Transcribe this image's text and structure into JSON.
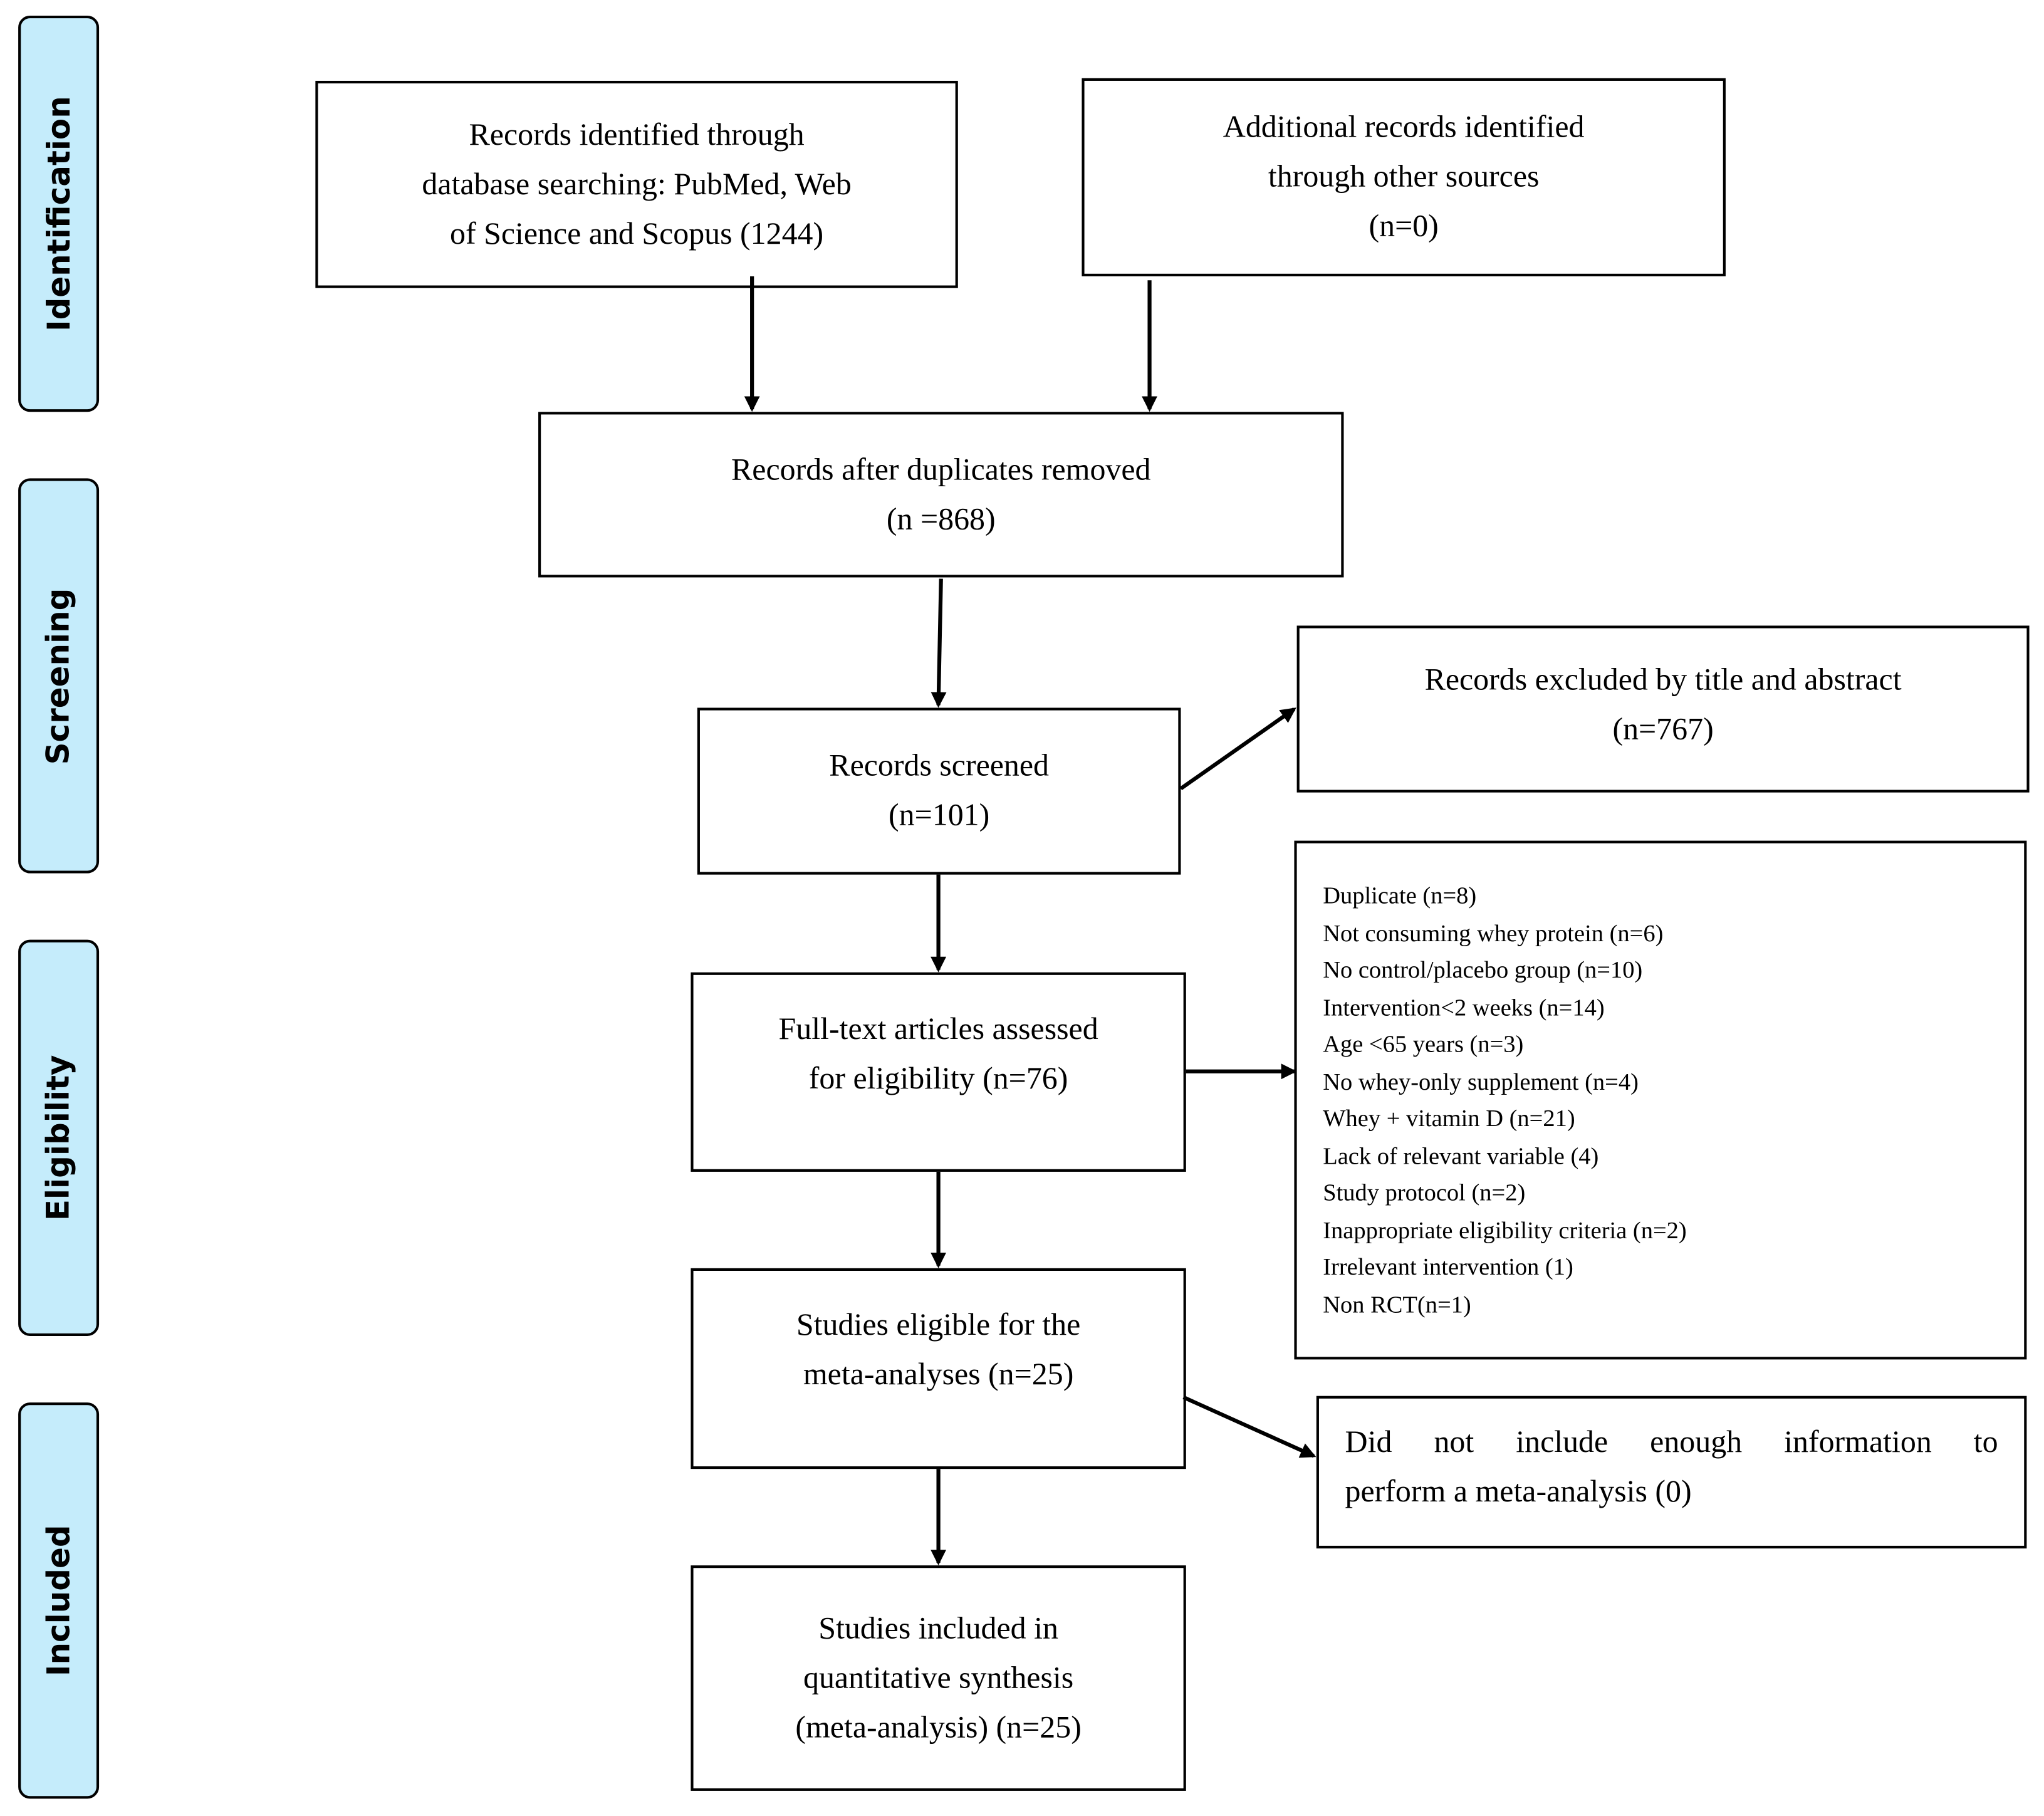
{
  "phases": {
    "identification": "Identification",
    "screening": "Screening",
    "eligibility": "Eligibility",
    "included": "Included"
  },
  "boxes": {
    "database_search": [
      "Records identified through",
      "database searching: PubMed, Web",
      "of Science and Scopus (1244)"
    ],
    "other_sources": [
      "Additional records identified",
      "through other sources",
      "(n=0)"
    ],
    "duplicates_removed": [
      "Records after duplicates removed",
      "(n =868)"
    ],
    "screened": [
      "Records screened",
      "(n=101)"
    ],
    "excluded_title_abstract": [
      "Records excluded by title and abstract",
      "(n=767)"
    ],
    "full_text": [
      "Full-text articles assessed",
      "for eligibility (n=76)"
    ],
    "exclusion_reasons": [
      "Duplicate (n=8)",
      "Not consuming whey protein (n=6)",
      "No control/placebo group (n=10)",
      "Intervention<2 weeks (n=14)",
      "Age <65 years (n=3)",
      "No whey-only supplement (n=4)",
      "Whey + vitamin D (n=21)",
      "Lack of relevant variable (4)",
      "Study protocol (n=2)",
      "Inappropriate eligibility criteria (n=2)",
      "Irrelevant intervention (1)",
      "Non RCT(n=1)"
    ],
    "eligible": [
      "Studies eligible for the",
      "meta-analyses (n=25)"
    ],
    "not_enough_info": [
      "Did not include enough information to",
      "perform a meta-analysis (0)"
    ],
    "included": [
      "Studies included in",
      "quantitative synthesis",
      "(meta-analysis) (n=25)"
    ]
  }
}
